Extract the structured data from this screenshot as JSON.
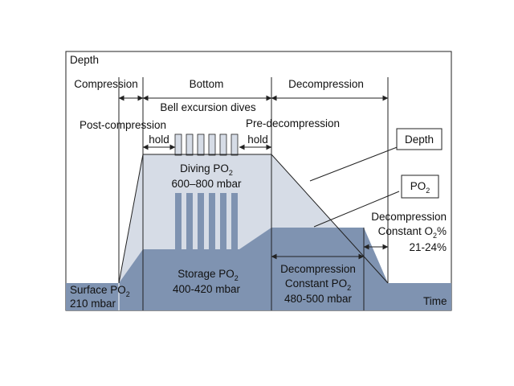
{
  "title": "Depth",
  "phases": {
    "compression": "Compression",
    "bottom": "Bottom",
    "decompression": "Decompression"
  },
  "labels": {
    "bell_excursion": "Bell excursion dives",
    "post_compression": "Post-compression",
    "post_compression_hold": "hold",
    "pre_decompression": "Pre-decompression",
    "pre_decompression_hold": "hold",
    "diving_po2_name": "Diving PO",
    "diving_po2_sub": "2",
    "diving_po2_range": "600–800 mbar",
    "storage_po2_name": "Storage PO",
    "storage_po2_sub": "2",
    "storage_po2_range": "400-420 mbar",
    "surface_po2_name": "Surface PO",
    "surface_po2_sub": "2",
    "surface_po2_value": "210 mbar",
    "decomp_const_po2_line1": "Decompression",
    "decomp_const_po2_line2": "Constant PO",
    "decomp_const_po2_sub": "2",
    "decomp_const_po2_range": "480-500 mbar",
    "decomp_const_o2_line1": "Decompression",
    "decomp_const_o2_line2": "Constant O",
    "decomp_const_o2_sub": "2",
    "decomp_const_o2_pct": "%",
    "decomp_const_o2_range": "21-24%",
    "time_axis": "Time"
  },
  "legend": {
    "depth": "Depth",
    "po2": "PO",
    "po2_sub": "2"
  },
  "colors": {
    "depth_fill": "#d6dce6",
    "po2_fill": "#7f93b1",
    "line": "#222222",
    "divider": "#ffffff"
  }
}
